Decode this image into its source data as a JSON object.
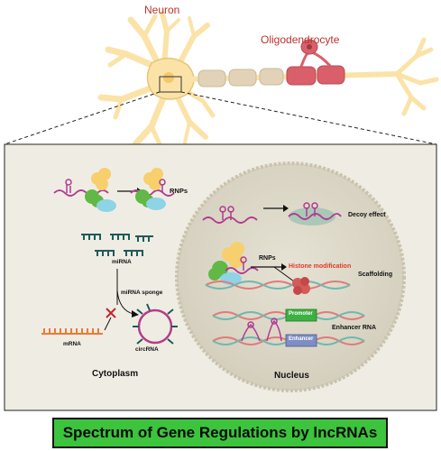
{
  "labels": {
    "neuron": "Neuron",
    "oligodendrocyte": "Oligodendrocyte",
    "rnps_top": "RNPs",
    "mirna": "miRNA",
    "mirna_sponge": "miRNA sponge",
    "circrna": "circRNA",
    "mrna": "mRNA",
    "cytoplasm": "Cytoplasm",
    "nucleus": "Nucleus",
    "decoy_effect": "Decoy effect",
    "rnps_nucleus": "RNPs",
    "histone_modification": "Histone modification",
    "scaffolding": "Scaffolding",
    "promoter": "Promoter",
    "enhancer_rna": "Enhancer RNA",
    "enhancer": "Enhancer"
  },
  "banner_title": "Spectrum of Gene Regulations by lncRNAs",
  "colors": {
    "cell_body": "#fbe3a8",
    "cell_outline": "#e8c476",
    "myelin": "#e2d3b8",
    "oligodendrocyte": "#d9606a",
    "label_red": "#b8332e",
    "panel_bg": "#efede3",
    "nucleus_bg": "#ddd8c8",
    "rna_magenta": "#b03a92",
    "protein_green": "#62b846",
    "protein_blue": "#8fd3e6",
    "protein_yellow": "#f7cf6d",
    "mirna_teal": "#1f5a5a",
    "mrna_orange": "#ea7a3a",
    "dna_pink": "#e07b7b",
    "dna_teal": "#6fb8b0",
    "histone": "#d55b5b",
    "promoter_box": "#3cb043",
    "enhancer_box": "#7e8ec4",
    "banner_green": "#3cc43c"
  }
}
